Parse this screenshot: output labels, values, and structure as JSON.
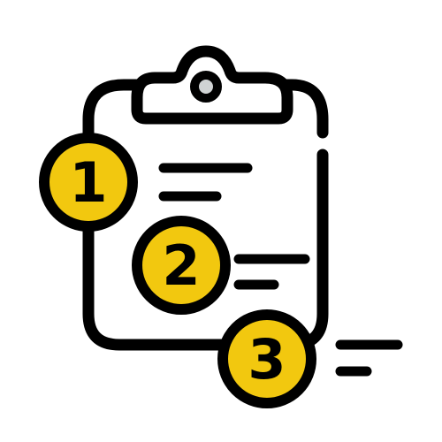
{
  "icon": {
    "name": "numbered-checklist-clipboard-icon",
    "colors": {
      "outline": "#000000",
      "fill": "#ffffff",
      "accent": "#f2c80f",
      "clip_hole": "#d0d3d4"
    }
  },
  "badges": [
    {
      "number": "1"
    },
    {
      "number": "2"
    },
    {
      "number": "3"
    }
  ]
}
